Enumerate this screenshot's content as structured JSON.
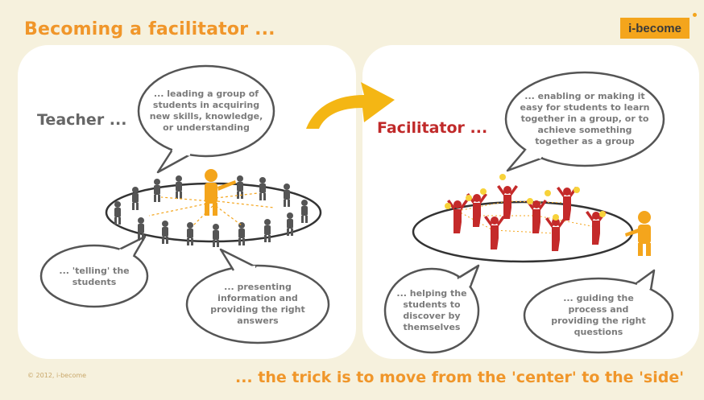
{
  "header": {
    "title": "Becoming a facilitator ..."
  },
  "brand": {
    "logo_text": "i-become"
  },
  "left": {
    "label": "Teacher ...",
    "bubble_top": [
      "... leading a group of",
      "students in acquiring",
      "new skills, knowledge,",
      "or understanding"
    ],
    "bubble_left": [
      "... 'telling' the",
      "students"
    ],
    "bubble_bottom": [
      "... presenting",
      "information and",
      "providing the right",
      "answers"
    ]
  },
  "right": {
    "label": "Facilitator ...",
    "bubble_top": [
      "... enabling or making it",
      "easy for students to learn",
      "together in a group, or to",
      "achieve something",
      "together as a group"
    ],
    "bubble_left": [
      "... helping the",
      "students to",
      "discover by",
      "themselves"
    ],
    "bubble_bottom": [
      "... guiding the",
      "process and",
      "providing the right",
      "questions"
    ]
  },
  "footer": {
    "text": "... the trick is to move from the 'center' to the 'side'",
    "copyright": "© 2012, i-become"
  },
  "colors": {
    "orange": "#f0962a",
    "gold": "#f4a51c",
    "red": "#c02a2a",
    "grey": "#555555"
  }
}
